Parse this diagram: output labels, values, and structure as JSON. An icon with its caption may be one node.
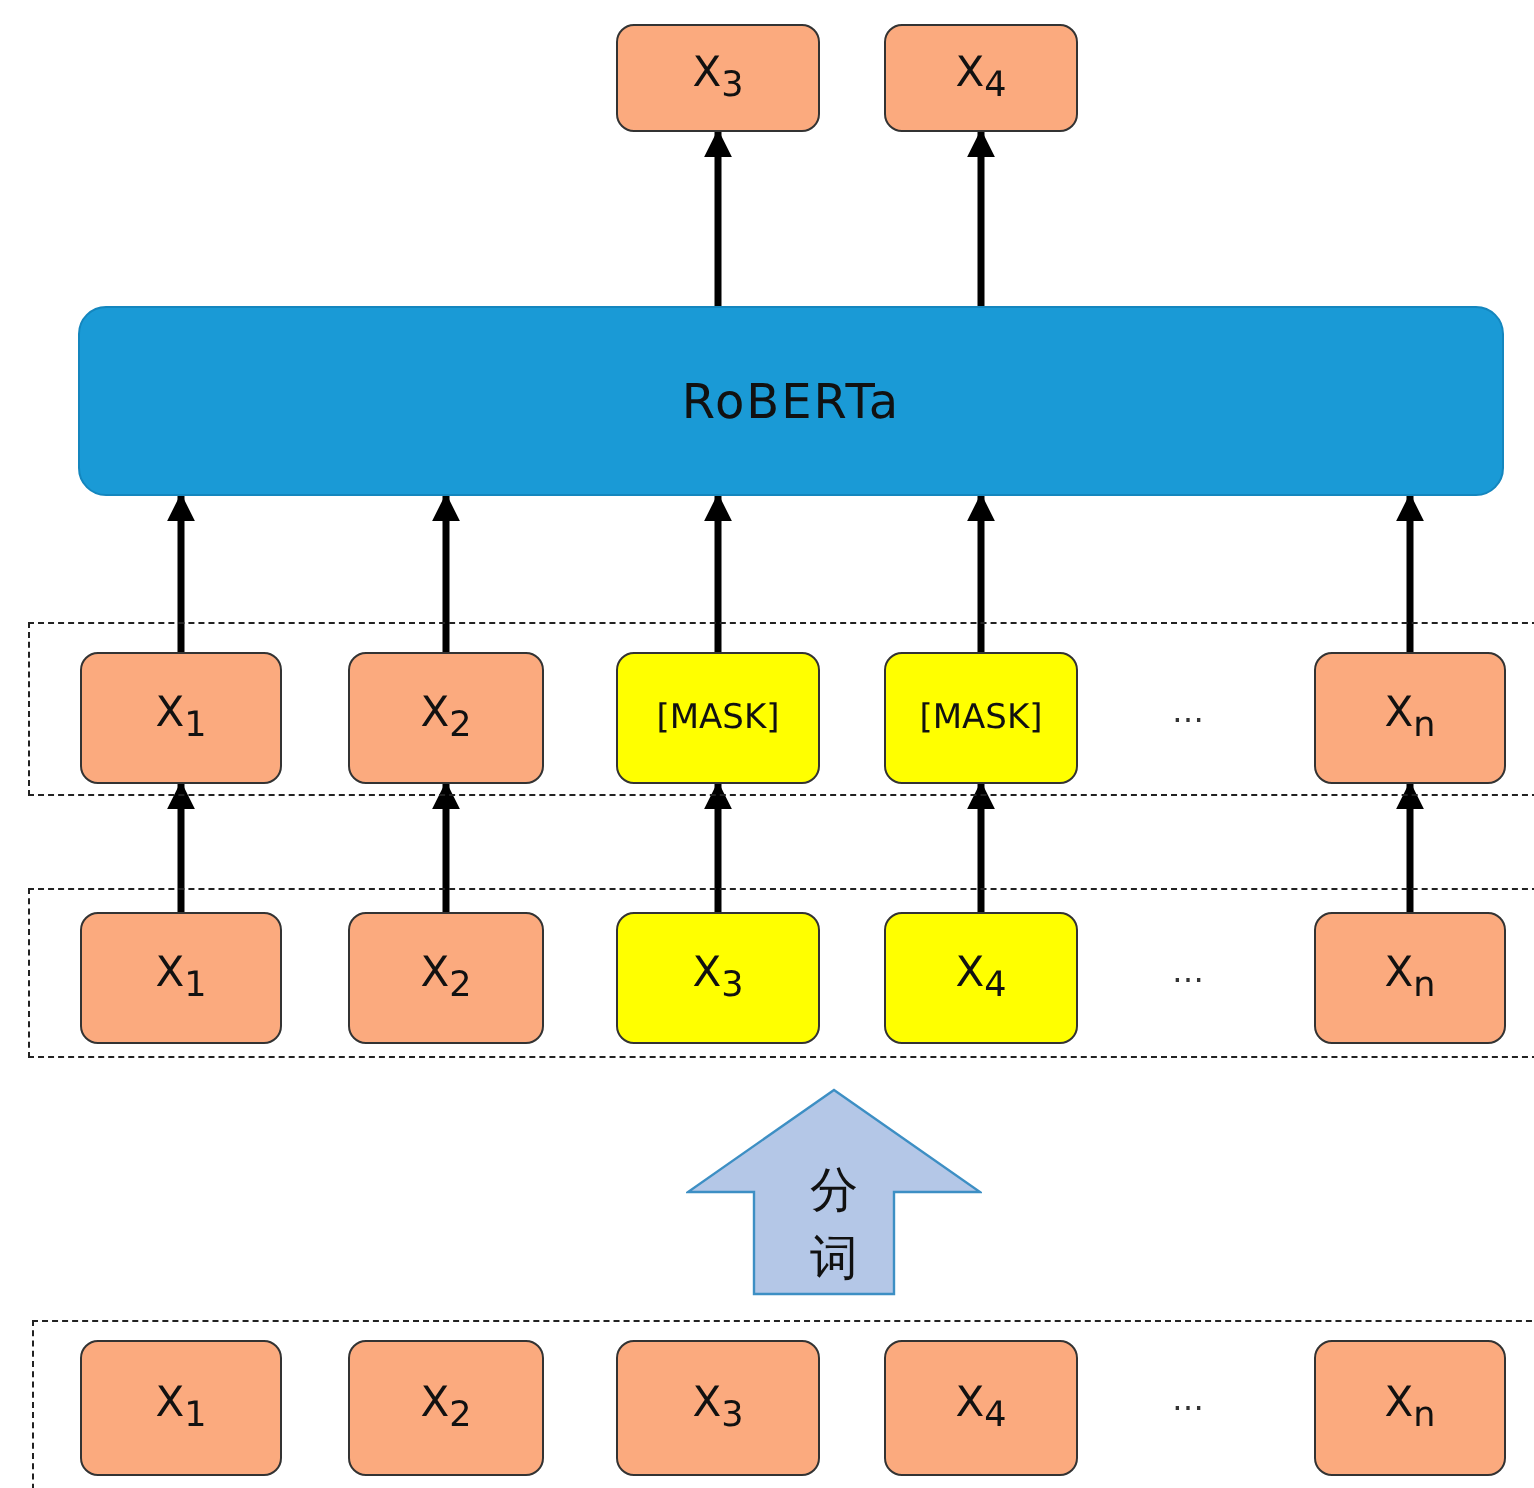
{
  "diagram": {
    "nodes": [
      {
        "text": [
          "X$_{3}$"
        ]
      },
      {
        "text": [
          "X$_{4}$"
        ]
      },
      {
        "text": [
          "RoBERTa"
        ]
      },
      {
        "text": [],
        "shape": "box"
      },
      {
        "text": [
          "X$_{1}$"
        ],
        "in": 3
      },
      {
        "text": [
          "X$_{2}$"
        ],
        "in": 3
      },
      {
        "text": [
          "[MASK]"
        ],
        "in": 3
      },
      {
        "text": [
          "[MASK]"
        ],
        "in": 3
      },
      {
        "text": [
          "X$_{n}$"
        ],
        "in": 3
      },
      {
        "text": [],
        "shape": "box"
      },
      {
        "text": [
          "X$_{1}$"
        ],
        "in": 9
      },
      {
        "text": [
          "X$_{2}$"
        ],
        "in": 9
      },
      {
        "text": [
          "X$_{3}$"
        ],
        "in": 9
      },
      {
        "text": [
          "X$_{4}$"
        ],
        "in": 9
      },
      {
        "text": [
          "X$_{n}$"
        ],
        "in": 9
      },
      {
        "text": [
          "分词"
        ]
      },
      {
        "text": [],
        "shape": "box"
      },
      {
        "text": [
          "X$_{1}$"
        ],
        "in": 16
      },
      {
        "text": [
          "X$_{2}$"
        ],
        "in": 16
      },
      {
        "text": [
          "X$_{3}$"
        ],
        "in": 16
      },
      {
        "text": [
          "X$_{4}$"
        ],
        "in": 16
      },
      {
        "text": [
          "X$_{n}$"
        ],
        "in": 16
      }
    ],
    "edges": [
      {
        "from": 2,
        "to": 0,
        "arrow": "to"
      },
      {
        "from": 2,
        "to": 1,
        "arrow": "to"
      },
      {
        "from": 4,
        "to": 2,
        "arrow": "to"
      },
      {
        "from": 5,
        "to": 2,
        "arrow": "to"
      },
      {
        "from": 6,
        "to": 2,
        "arrow": "to"
      },
      {
        "from": 7,
        "to": 2,
        "arrow": "to"
      },
      {
        "from": 8,
        "to": 2,
        "arrow": "to"
      },
      {
        "from": 10,
        "to": 4,
        "arrow": "to"
      },
      {
        "from": 11,
        "to": 5,
        "arrow": "to"
      },
      {
        "from": 12,
        "to": 6,
        "arrow": "to"
      },
      {
        "from": 13,
        "to": 7,
        "arrow": "to"
      },
      {
        "from": 14,
        "to": 8,
        "arrow": "to"
      }
    ],
    "labels": [
      "…",
      "…",
      "…"
    ]
  }
}
